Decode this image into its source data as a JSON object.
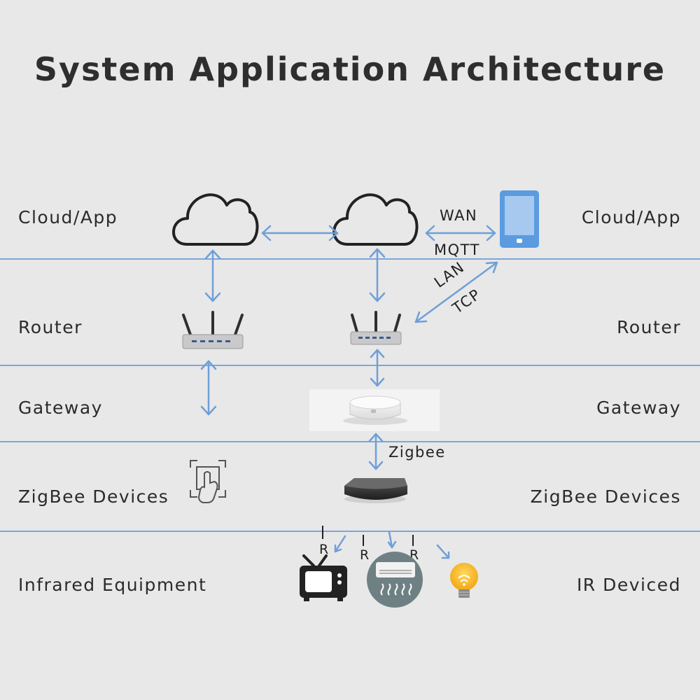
{
  "title": "System Application Architecture",
  "rows": {
    "cloud_left": "Cloud/App",
    "cloud_right": "Cloud/App",
    "router_left": "Router",
    "router_right": "Router",
    "gateway_left": "Gateway",
    "gateway_right": "Gateway",
    "zigbee_left": "ZigBee Devices",
    "zigbee_right": "ZigBee Devices",
    "ir_left": "Infrared Equipment",
    "ir_right": "IR Deviced"
  },
  "protocols": {
    "wan": "WAN",
    "mqtt": "MQTT",
    "lan": "LAN",
    "tcp": "TCP",
    "zigbee": "Zigbee"
  },
  "ir_marks": [
    "R",
    "R",
    "R"
  ],
  "colors": {
    "background": "#e8e8e8",
    "divider": "#7ea6d9",
    "arrow": "#6f9fd8",
    "tablet": "#5b9be0"
  },
  "icons": [
    "cloud-icon",
    "router-icon",
    "gateway-icon",
    "tablet-icon",
    "touch-switch-icon",
    "ir-blaster-icon",
    "tv-icon",
    "air-conditioner-icon",
    "light-bulb-icon"
  ]
}
